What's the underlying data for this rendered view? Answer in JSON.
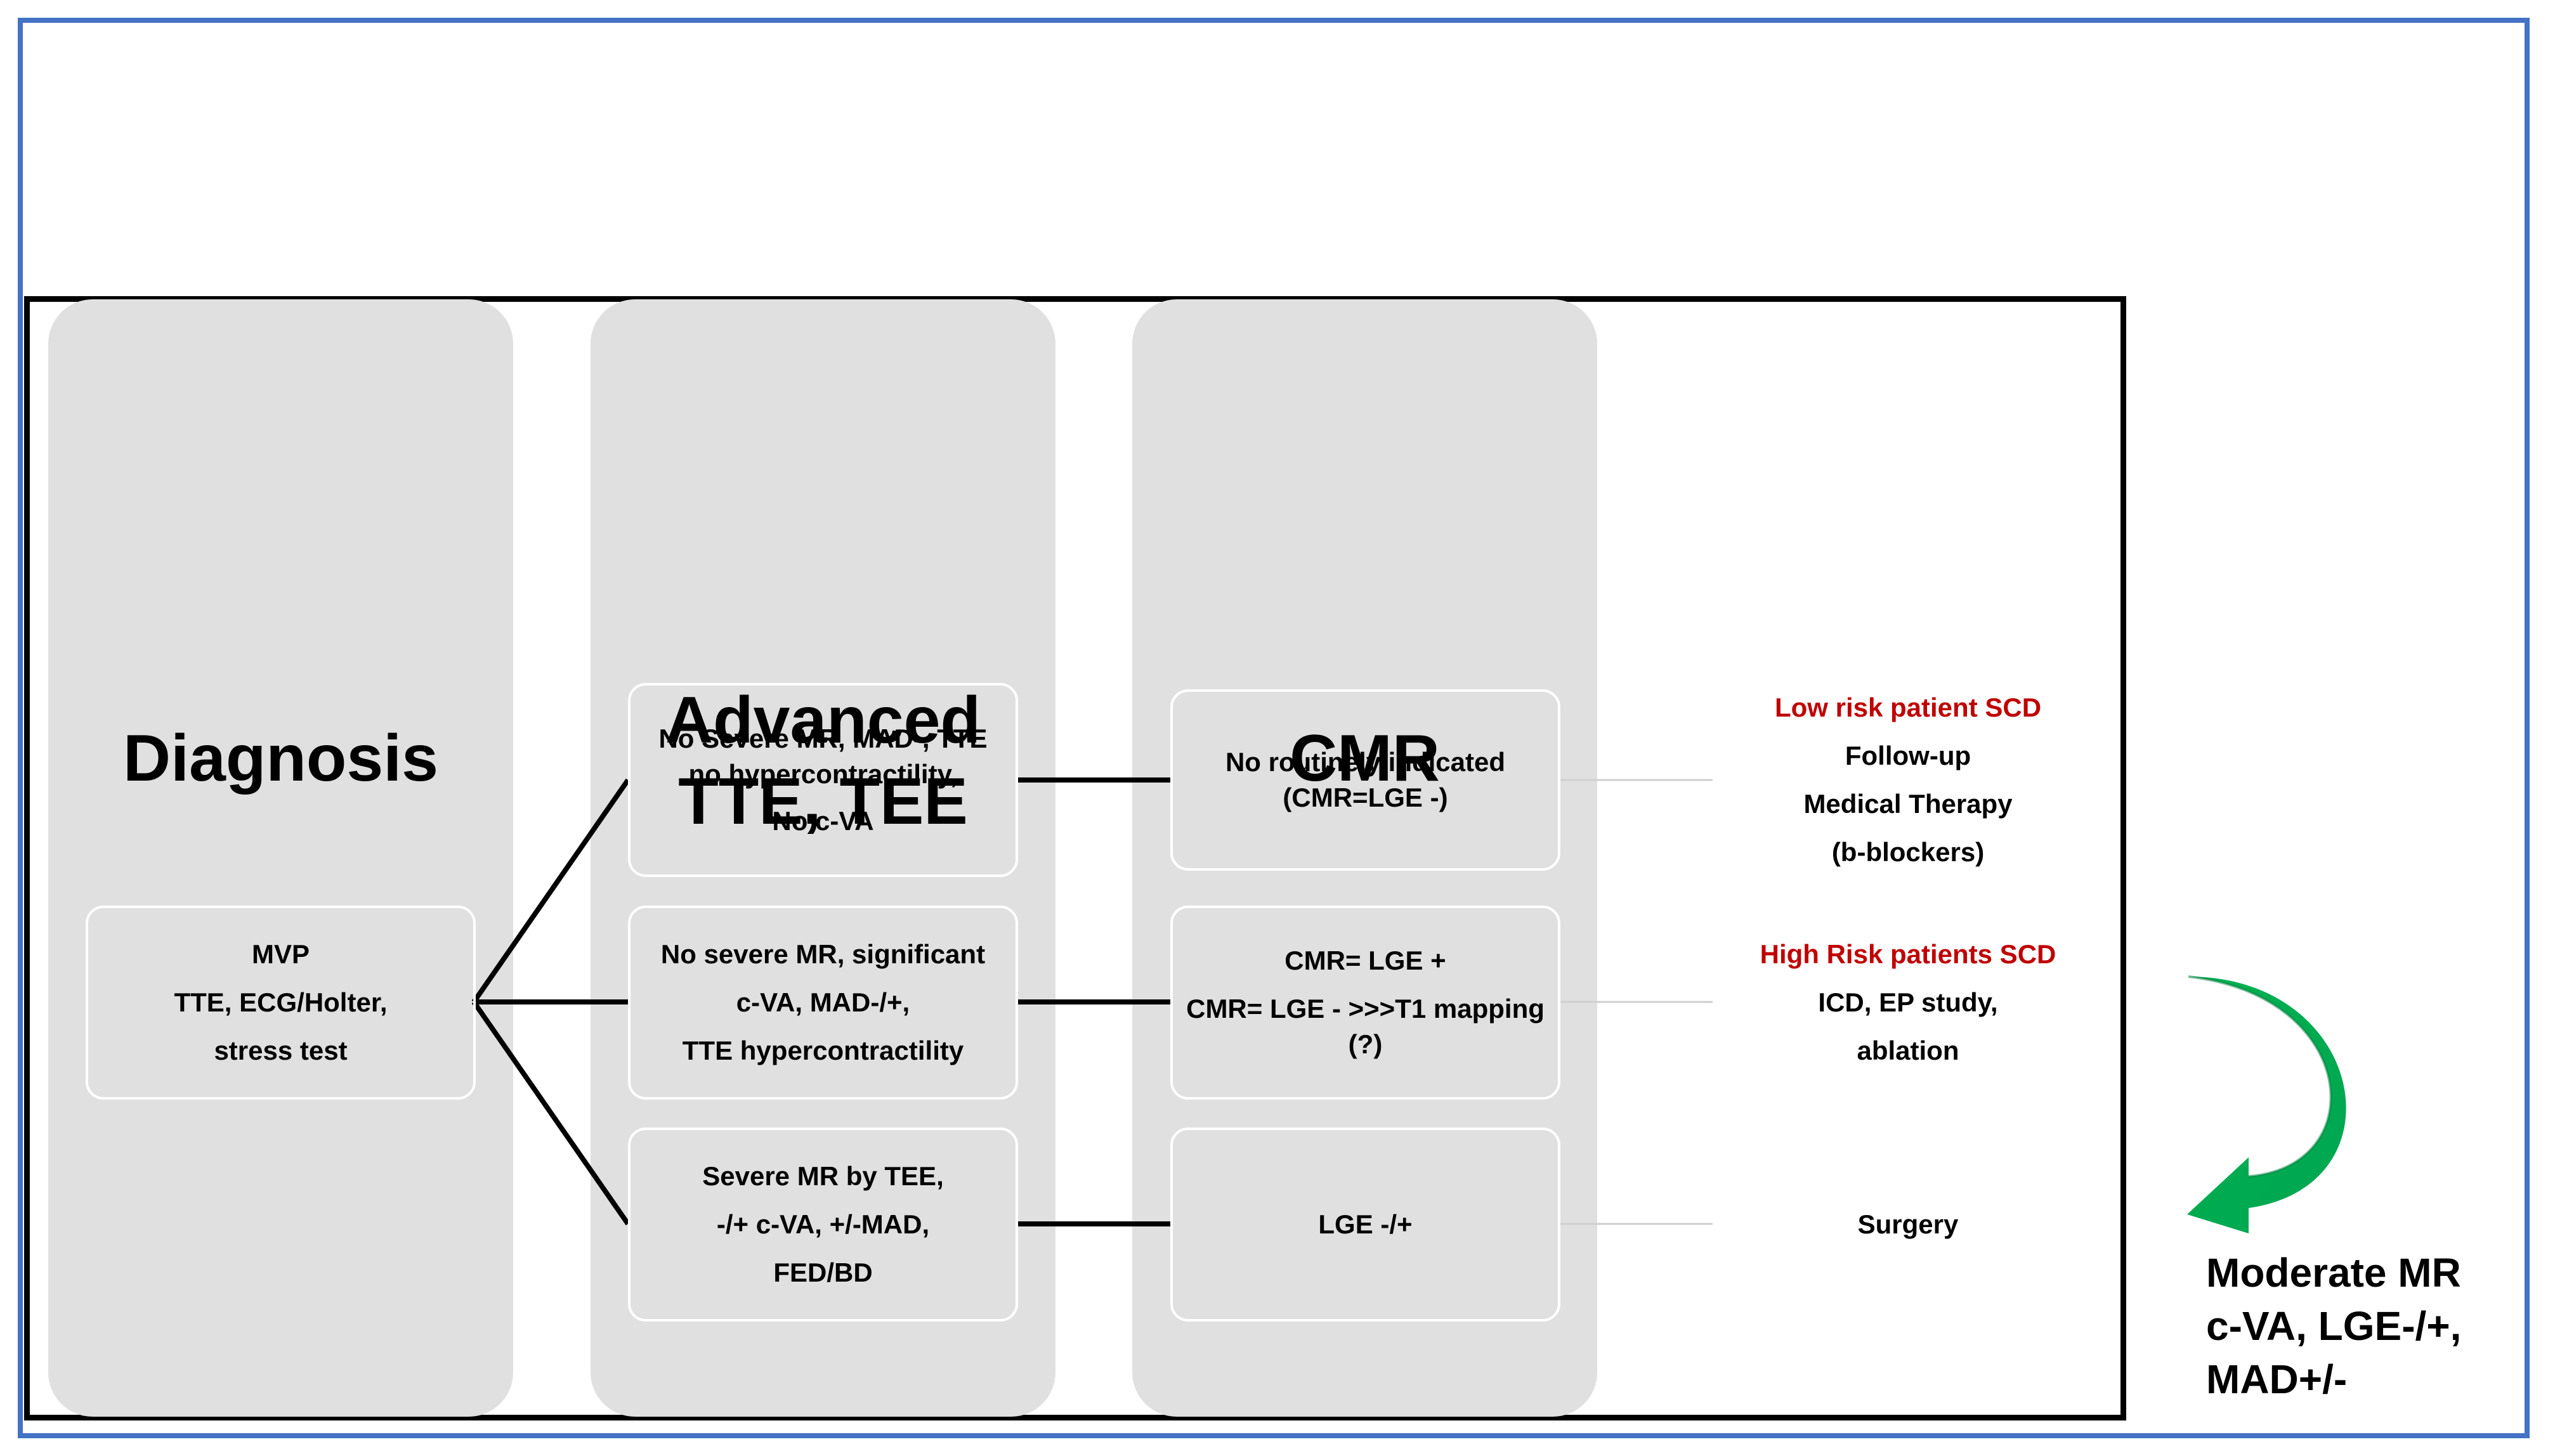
{
  "columns": {
    "diagnosis": "Diagnosis",
    "advanced_line1": "Advanced",
    "advanced_line2": "TTE, TEE",
    "cmr": "CMR"
  },
  "diagnosis_box": {
    "line1": "MVP",
    "line2": "TTE, ECG/Holter,",
    "line3": "stress test"
  },
  "advanced_boxes": [
    {
      "line1": "No Severe MR, MAD-, TTE",
      "line2": "no hypercontractility,",
      "line3": "No c-VA"
    },
    {
      "line1": "No severe MR, significant",
      "line2": "c-VA, MAD-/+,",
      "line3": "TTE hypercontractility"
    },
    {
      "line1": "Severe MR by TEE,",
      "line2": "-/+ c-VA, +/-MAD,",
      "line3": "FED/BD"
    }
  ],
  "cmr_boxes": [
    {
      "line1": "No routinely indicated",
      "line2": "(CMR=LGE -)"
    },
    {
      "line1": "CMR= LGE +",
      "line2": "CMR= LGE - >>>T1 mapping",
      "line3": "(?)"
    },
    {
      "line1": "LGE -/+"
    }
  ],
  "outcomes": {
    "low": {
      "risk": "Low risk patient SCD",
      "line1": "Follow-up",
      "line2": "Medical Therapy",
      "line3": "(b-blockers)"
    },
    "high": {
      "risk": "High Risk patients SCD",
      "line1": "ICD, EP study,",
      "line2": "ablation"
    },
    "surgery": {
      "line1": "Surgery"
    }
  },
  "moderate": {
    "line1": "Moderate MR",
    "line2": "c-VA, LGE-/+,",
    "line3": "MAD+/-"
  },
  "colors": {
    "frame_outer": "#4472c4",
    "column_bg": "#e0e0e0",
    "risk_text": "#c00000",
    "arrow": "#00a651"
  }
}
